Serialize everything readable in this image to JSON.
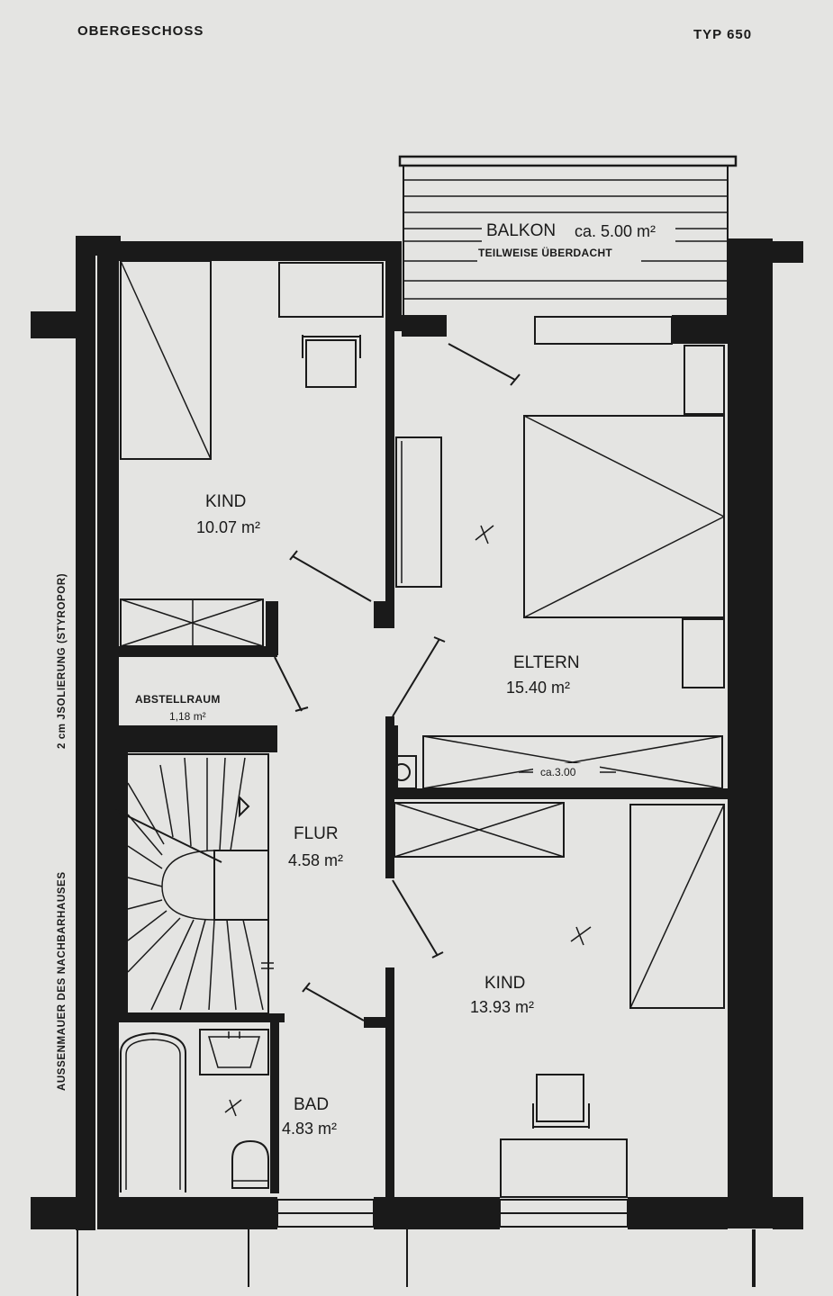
{
  "header": {
    "left_title": "OBERGESCHOSS",
    "right_title": "TYP 650"
  },
  "balcony": {
    "label": "BALKON",
    "area": "ca. 5.00 m²",
    "note": "TEILWEISE ÜBERDACHT"
  },
  "rooms": {
    "kind_top": {
      "label": "KIND",
      "area": "10.07 m²"
    },
    "eltern": {
      "label": "ELTERN",
      "area": "15.40 m²"
    },
    "abstellraum": {
      "label": "ABSTELLRAUM",
      "area": "1,18 m²"
    },
    "flur": {
      "label": "FLUR",
      "area": "4.58 m²"
    },
    "kind_bottom": {
      "label": "KIND",
      "area": "13.93 m²"
    },
    "bad": {
      "label": "BAD",
      "area": "4.83 m²"
    }
  },
  "dimension": {
    "wardrobe": "ca.3.00"
  },
  "side_notes": {
    "insulation": "2 cm JSOLIERUNG (STYROPOR)",
    "neighbour_wall": "AUSSENMAUER DES NACHBARHAUSES"
  }
}
